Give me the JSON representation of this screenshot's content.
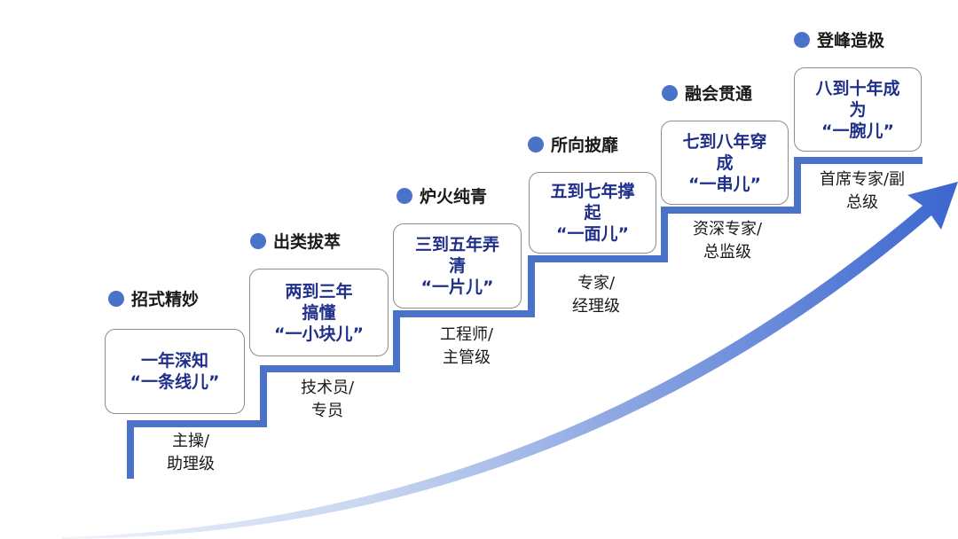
{
  "colors": {
    "accent": "#4a72c8",
    "box_text": "#1f2f8a",
    "arrow_start": "#f0f4fb",
    "arrow_end": "#3b66cf"
  },
  "stages": [
    {
      "title": "招式精妙",
      "box_lines": [
        "一年深知",
        "“一条线儿”"
      ],
      "level_lines": [
        "主操/",
        "助理级"
      ]
    },
    {
      "title": "出类拔萃",
      "box_lines": [
        "两到三年",
        "搞懂",
        "“一小块儿”"
      ],
      "level_lines": [
        "技术员/",
        "专员"
      ]
    },
    {
      "title": "炉火纯青",
      "box_lines": [
        "三到五年弄",
        "清",
        "“一片儿”"
      ],
      "level_lines": [
        "工程师/",
        "主管级"
      ]
    },
    {
      "title": "所向披靡",
      "box_lines": [
        "五到七年撑",
        "起",
        "“一面儿”"
      ],
      "level_lines": [
        "专家/",
        "经理级"
      ]
    },
    {
      "title": "融会贯通",
      "box_lines": [
        "七到八年穿",
        "成",
        "“一串儿”"
      ],
      "level_lines": [
        "资深专家/",
        "总监级"
      ]
    },
    {
      "title": "登峰造极",
      "box_lines": [
        "八到十年成",
        "为",
        "“一腕儿”"
      ],
      "level_lines": [
        "首席专家/副",
        "总级"
      ]
    }
  ]
}
